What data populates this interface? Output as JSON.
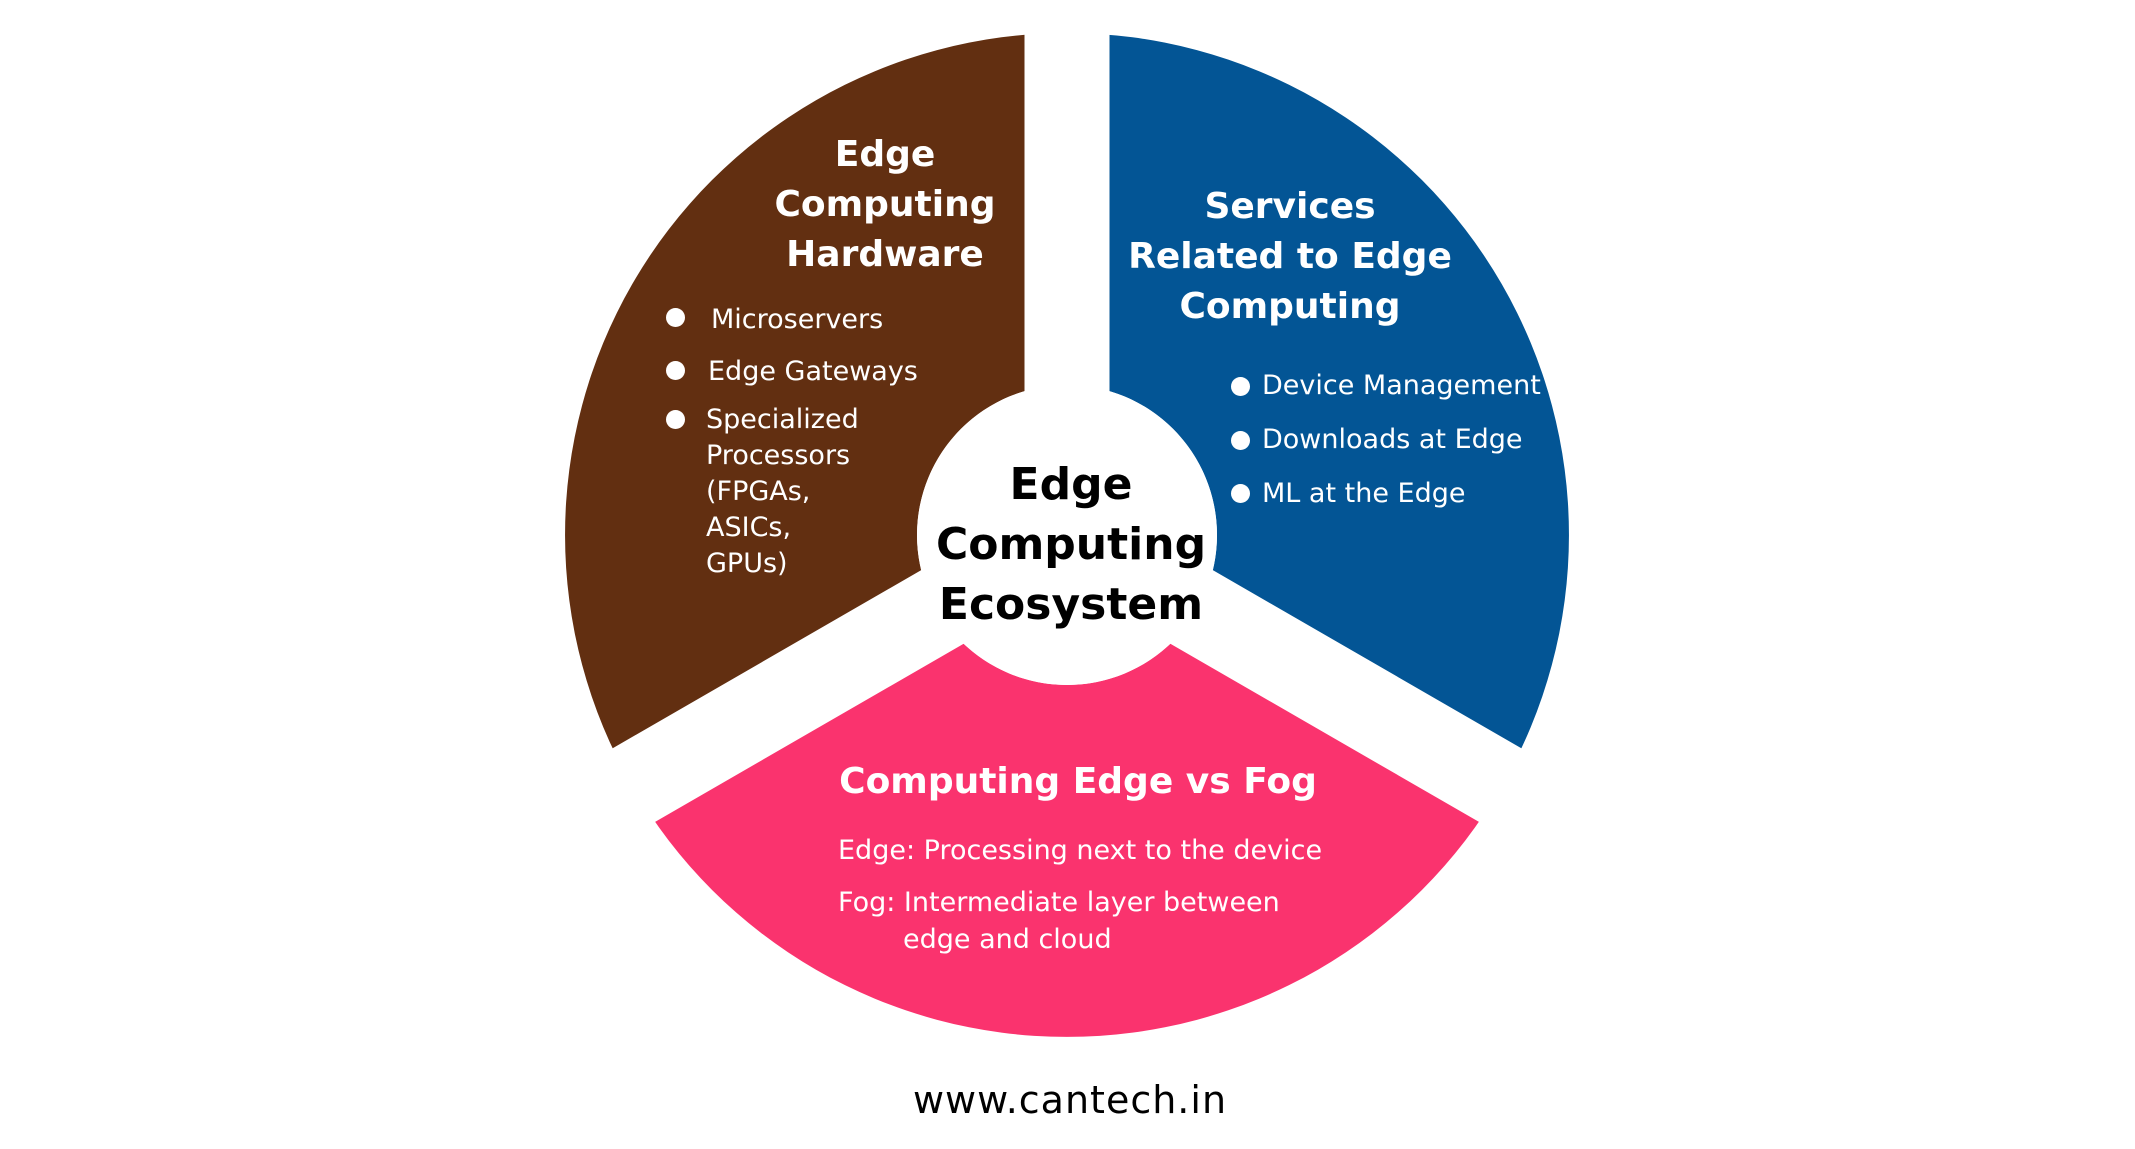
{
  "diagram": {
    "center": {
      "title_lines": [
        "Edge",
        "Computing",
        "Ecosystem"
      ]
    },
    "segments": [
      {
        "id": "hardware",
        "color": "#622F11",
        "title_lines": [
          "Edge",
          "Computing",
          "Hardware"
        ],
        "items": [
          {
            "lines": [
              "Microservers"
            ]
          },
          {
            "lines": [
              "Edge Gateways"
            ]
          },
          {
            "lines": [
              "Specialized",
              "Processors",
              "(FPGAs,",
              "ASICs,",
              "GPUs)"
            ]
          }
        ]
      },
      {
        "id": "services",
        "color": "#035595",
        "title_lines": [
          "Services",
          "Related to Edge",
          "Computing"
        ],
        "items": [
          {
            "lines": [
              "Device Management"
            ]
          },
          {
            "lines": [
              "Downloads at Edge"
            ]
          },
          {
            "lines": [
              "ML at the Edge"
            ]
          }
        ]
      },
      {
        "id": "edge-vs-fog",
        "color": "#FA336E",
        "title_lines": [
          "Computing Edge vs Fog"
        ],
        "definitions": [
          {
            "term": "Edge:",
            "text": "Processing next to the device"
          },
          {
            "term": "Fog:",
            "text": "Intermediate layer between",
            "continuation": "edge and cloud"
          }
        ]
      }
    ]
  },
  "footer": {
    "url": "www.cantech.in"
  }
}
